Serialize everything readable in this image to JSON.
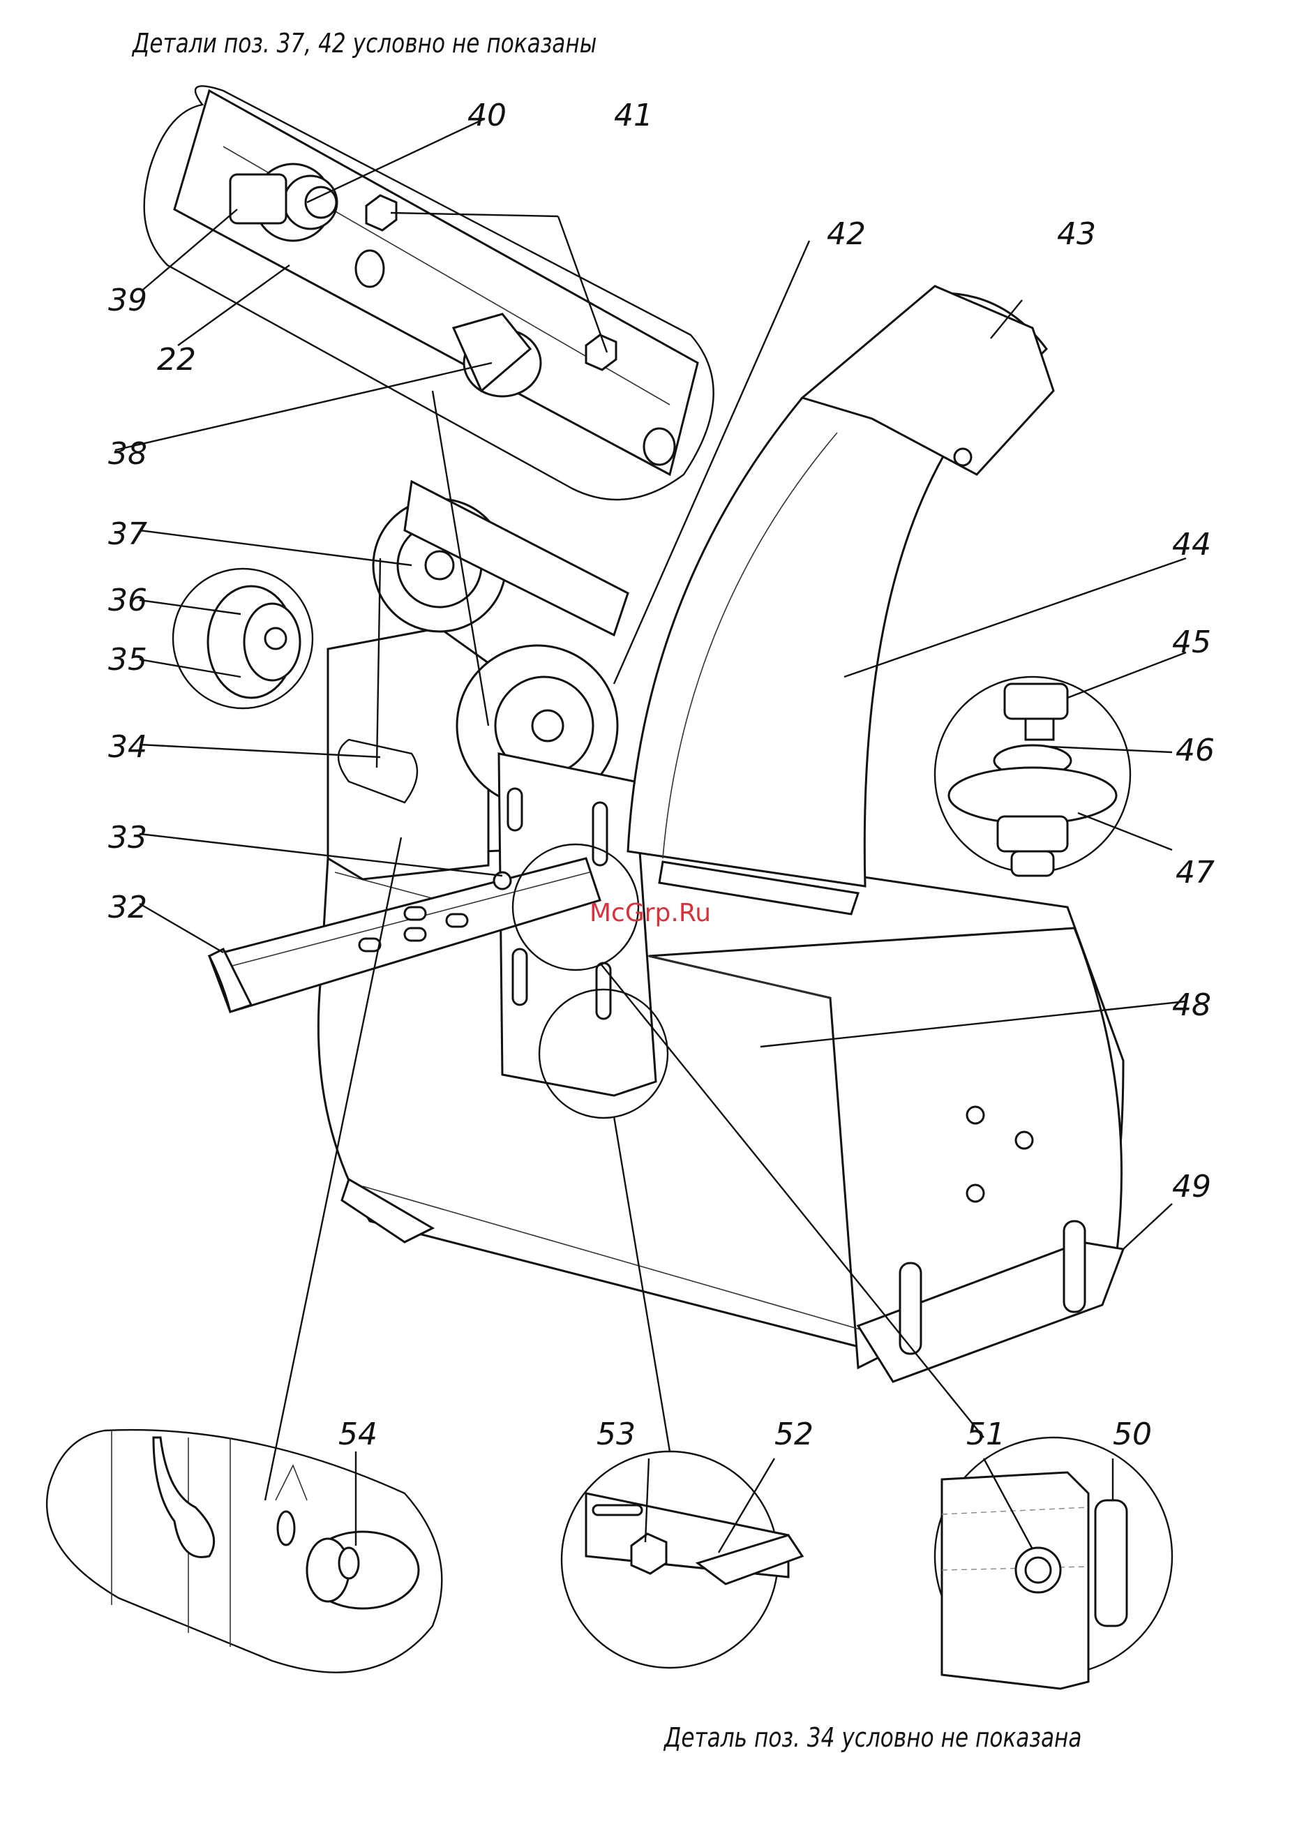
{
  "notes": {
    "top": "Детали поз. 37, 42 условно не показаны",
    "bottom": "Деталь поз. 34 условно не показана"
  },
  "watermark": "McGrp.Ru",
  "callouts": {
    "p22": "22",
    "p32": "32",
    "p33": "33",
    "p34": "34",
    "p35": "35",
    "p36": "36",
    "p37": "37",
    "p38": "38",
    "p39": "39",
    "p40": "40",
    "p41": "41",
    "p42": "42",
    "p43": "43",
    "p44": "44",
    "p45": "45",
    "p46": "46",
    "p47": "47",
    "p48": "48",
    "p49": "49",
    "p50": "50",
    "p51": "51",
    "p52": "52",
    "p53": "53",
    "p54": "54"
  },
  "colors": {
    "ink": "#111111",
    "watermark": "#d9323a"
  }
}
